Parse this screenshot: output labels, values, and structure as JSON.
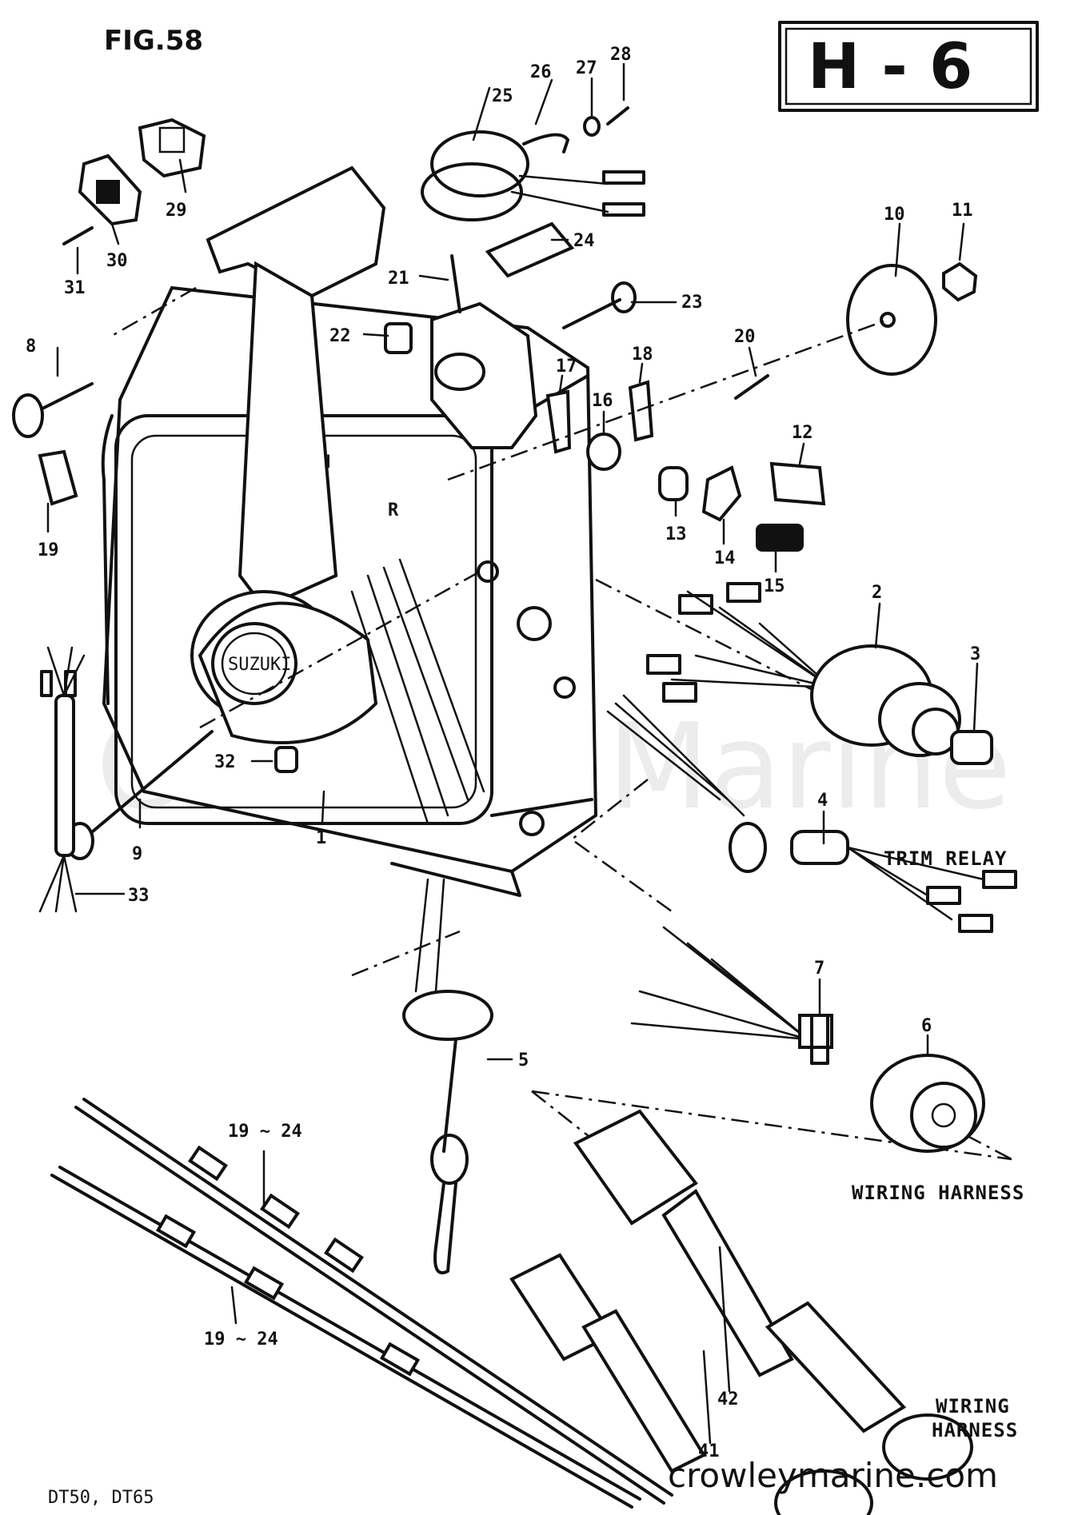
{
  "header": {
    "figure_label": "FIG.58",
    "section_code": "H - 6"
  },
  "watermark": "Crowley Marine",
  "site_text": "crowleymarine.com",
  "footer": {
    "models": "DT50, DT65"
  },
  "annotations": {
    "trim_relay": "TRIM RELAY",
    "wiring_harness_1": "WIRING HARNESS",
    "wiring_harness_2_line1": "WIRING",
    "wiring_harness_2_line2": "HARNESS"
  },
  "part_labels": {
    "p1": "1",
    "p2": "2",
    "p3": "3",
    "p4": "4",
    "p5": "5",
    "p6": "6",
    "p7": "7",
    "p8": "8",
    "p9": "9",
    "p10": "10",
    "p11": "11",
    "p12": "12",
    "p13": "13",
    "p14": "14",
    "p15": "15",
    "p16": "16",
    "p17": "17",
    "p18": "18",
    "p19": "19",
    "p20": "20",
    "p21": "21",
    "p22": "22",
    "p23": "23",
    "p24": "24",
    "p25": "25",
    "p26": "26",
    "p27": "27",
    "p28": "28",
    "p29": "29",
    "p30": "30",
    "p31": "31",
    "p32": "32",
    "p33": "33",
    "p41": "41",
    "p42": "42",
    "cable_a": "19 ~ 24",
    "cable_b": "19 ~ 24"
  },
  "box_letters": {
    "n": "N",
    "r": "R",
    "brand": "SUZUKI"
  }
}
